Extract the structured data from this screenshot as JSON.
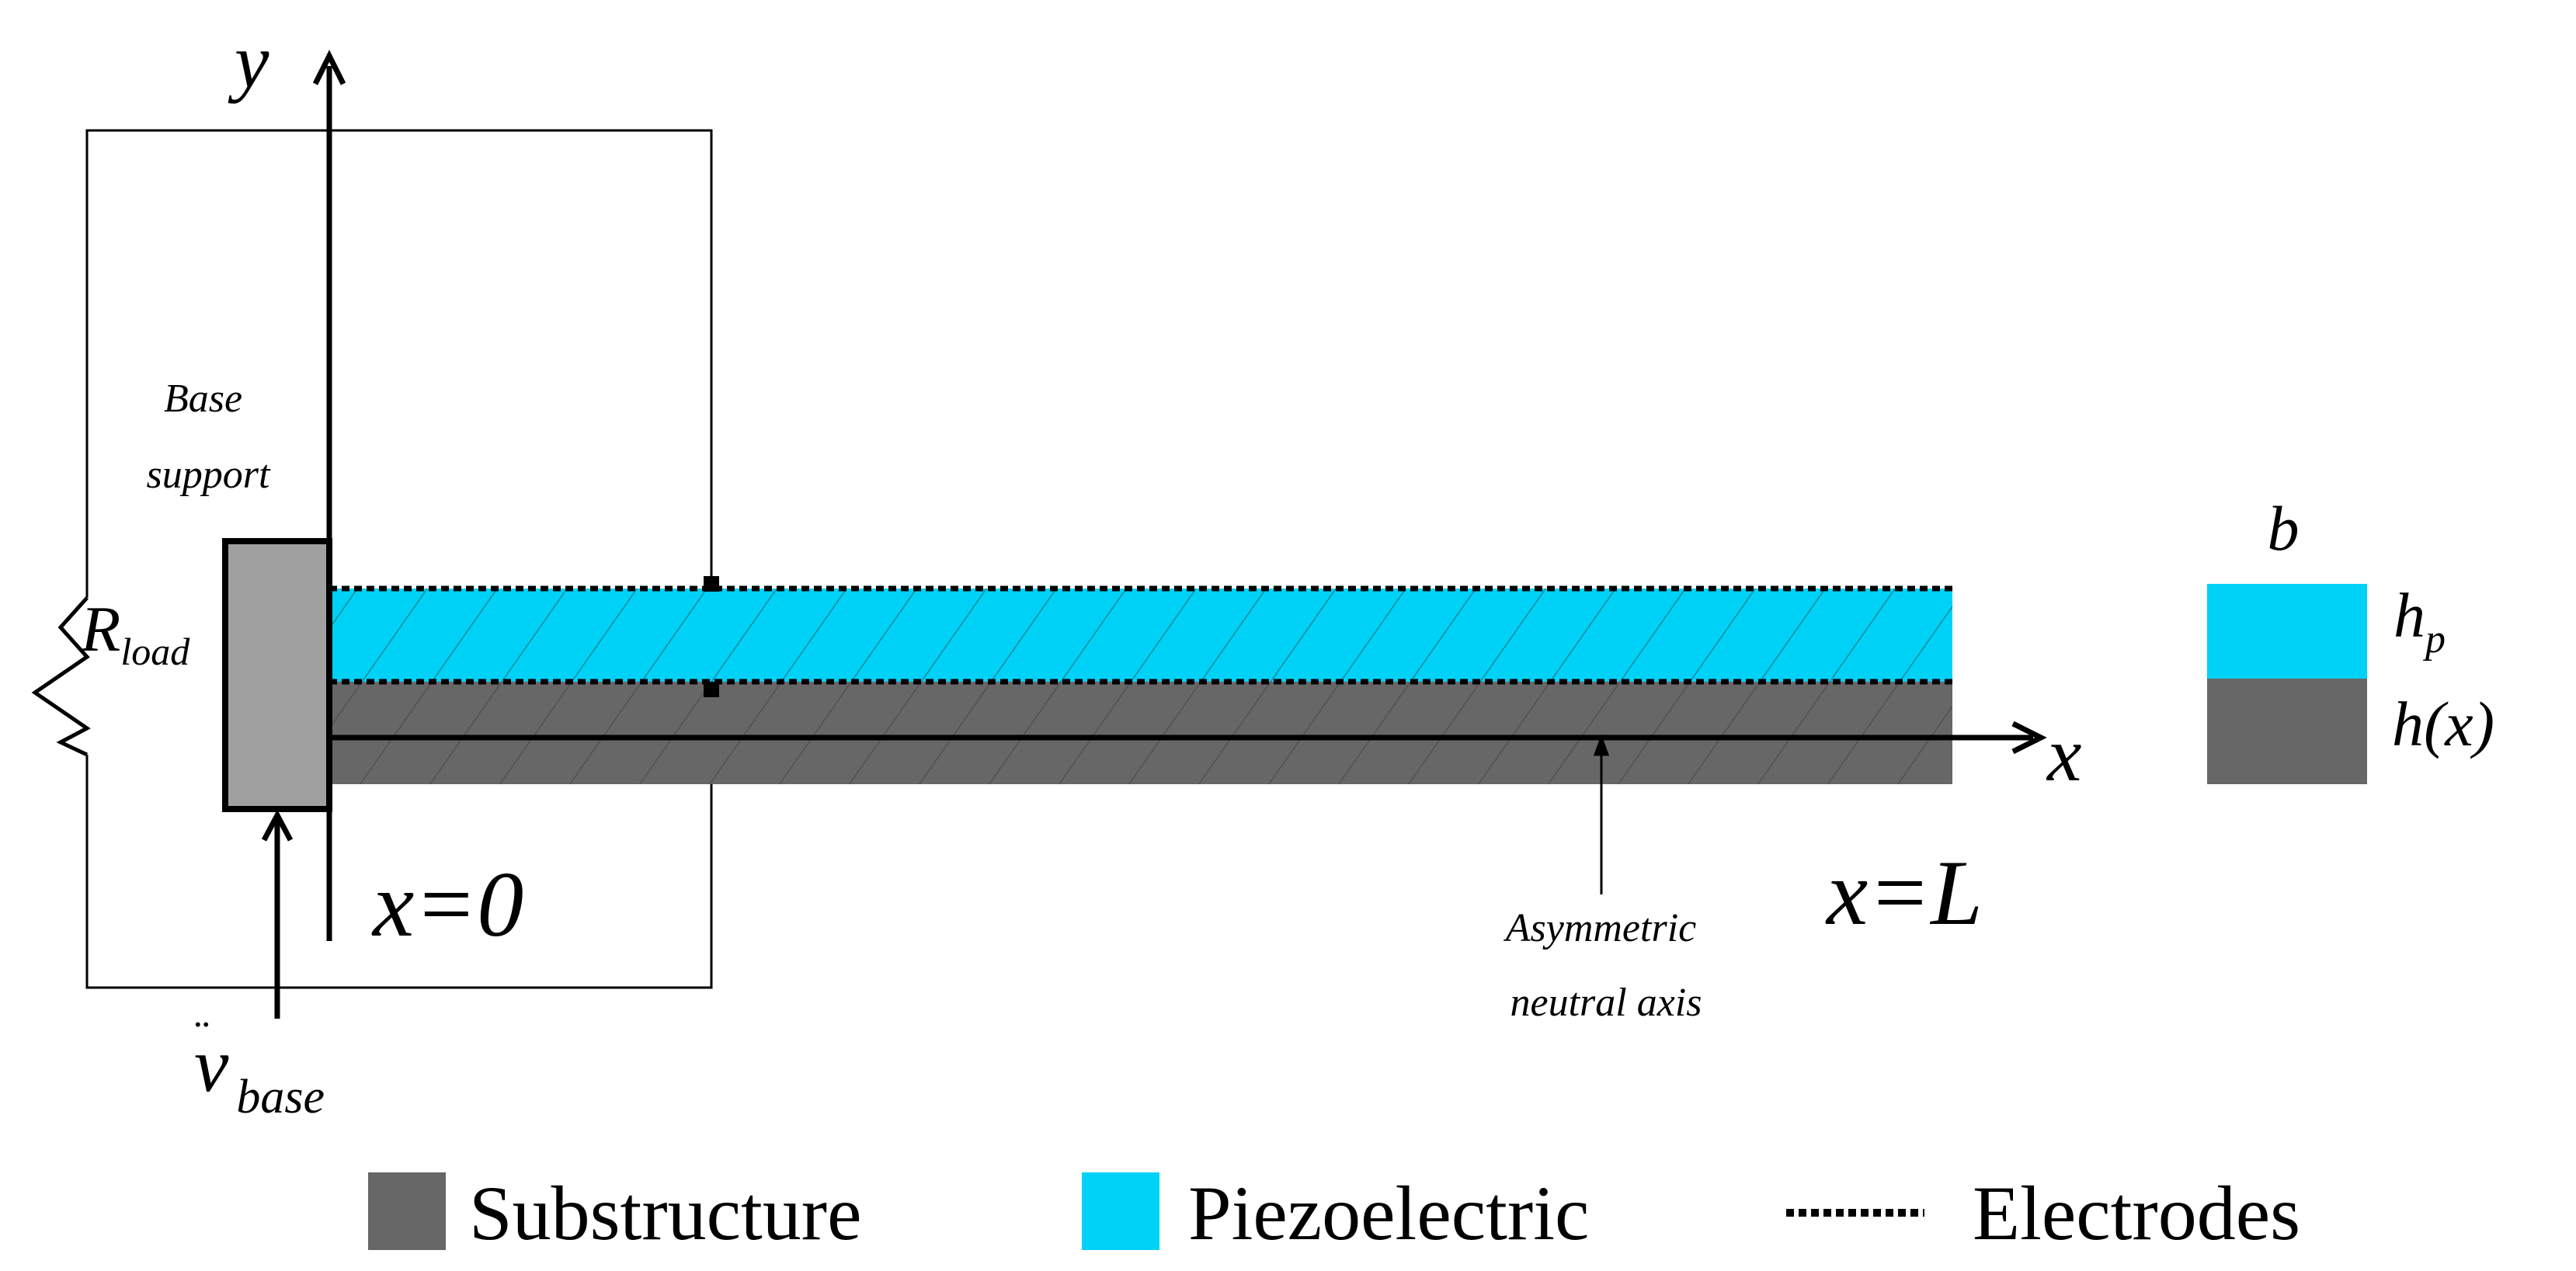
{
  "axes": {
    "y_label": "y",
    "x_label": "x",
    "x_start": "x=0",
    "x_end": "x=L"
  },
  "labels": {
    "base_support_line1": "Base",
    "base_support_line2": "support",
    "r_load_main": "R",
    "r_load_sub": "load",
    "v_base_main": "v",
    "v_base_sub": "base",
    "neutral_axis_line1": "Asymmetric",
    "neutral_axis_line2": "neutral axis"
  },
  "cross_section": {
    "width_label": "b",
    "hp_main": "h",
    "hp_sub": "p",
    "h_label": "h(x)"
  },
  "legend": {
    "substructure": "Substructure",
    "piezoelectric": "Piezoelectric",
    "electrodes": "Electrodes"
  },
  "colors": {
    "substructure": "#676767",
    "piezoelectric": "#00D2F7",
    "base_support": "#A0A0A0",
    "line": "#000000"
  }
}
